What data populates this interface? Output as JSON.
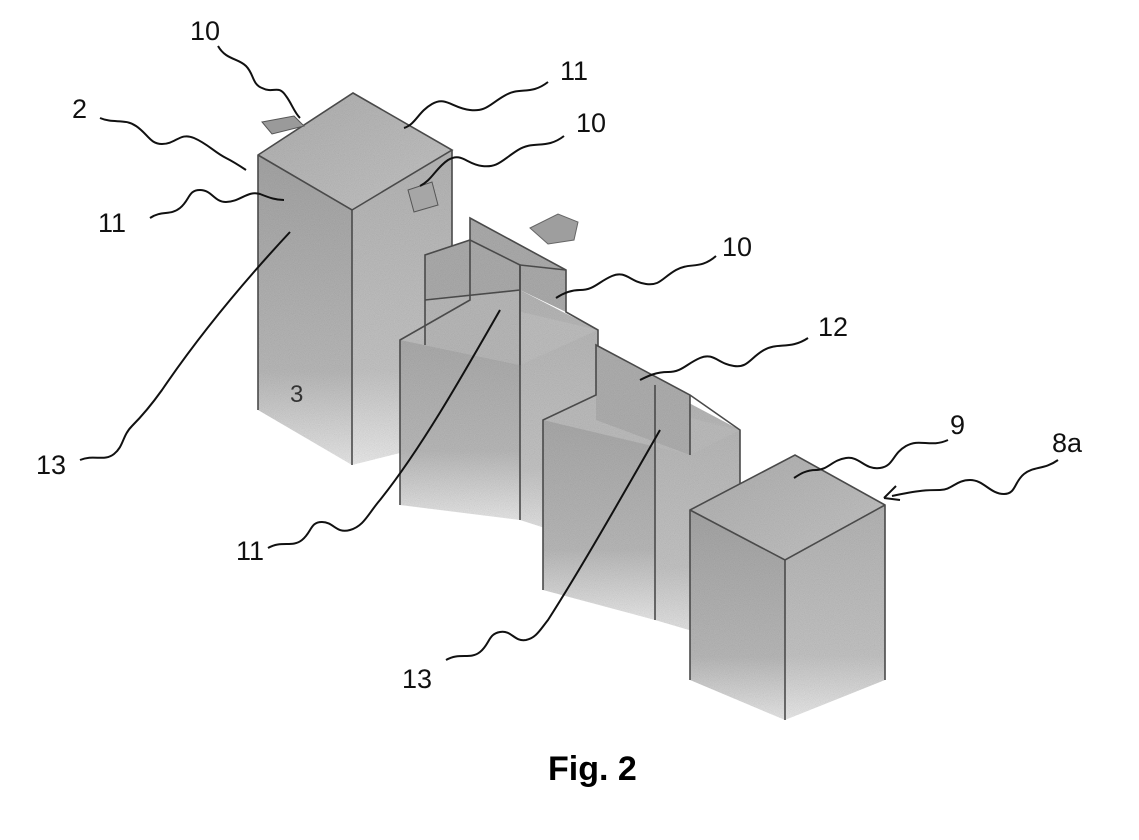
{
  "figure": {
    "caption": "Fig. 2",
    "labels": {
      "l10_top": "10",
      "l11_top": "11",
      "l10_mid": "10",
      "l2": "2",
      "l11_left": "11",
      "l10_right": "10",
      "l12": "12",
      "l13_left": "13",
      "l3": "3",
      "l9": "9",
      "l8a": "8a",
      "l11_bottom": "11",
      "l13_bottom": "13"
    }
  }
}
